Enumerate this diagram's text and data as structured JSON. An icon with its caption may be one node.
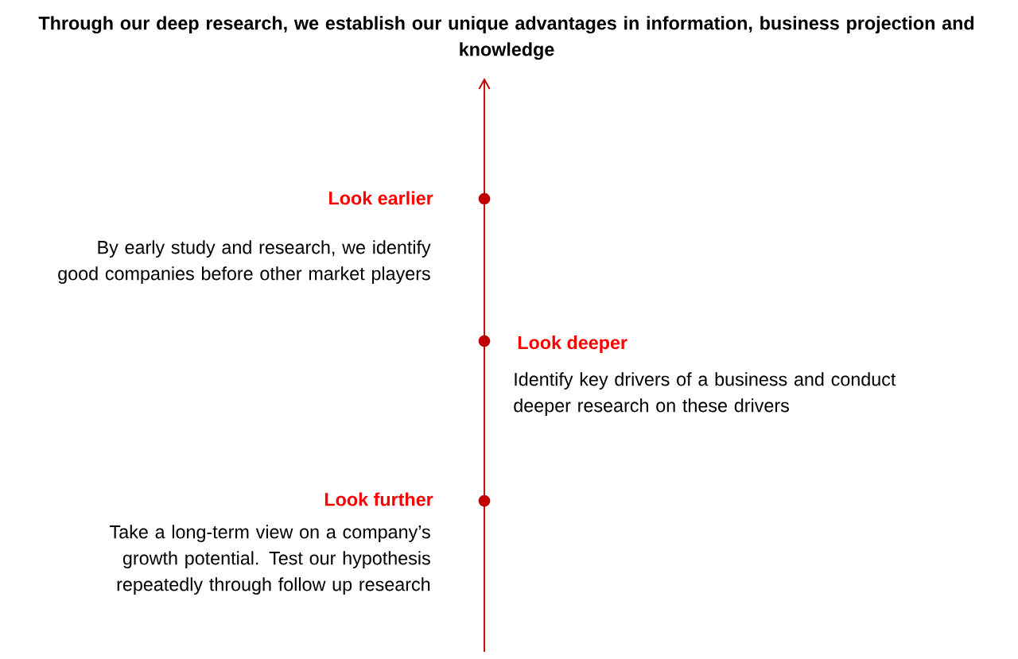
{
  "diagram": {
    "title": "Through our deep research, we establish our unique advantages in information, business projection and knowledge",
    "nodes": [
      {
        "text": [],
        "shape": "circle",
        "beside": [
          "Look earlier",
          "By early study and research, we identify good companies before other market players"
        ]
      },
      {
        "text": [],
        "shape": "circle",
        "beside": [
          "Look deeper",
          "Identify key drivers of a business and conduct deeper research on these drivers"
        ]
      },
      {
        "text": [],
        "shape": "circle",
        "beside": [
          "Look further",
          "Take a long-term view on a company’s growth potential. Test our hypothesis repeatedly through follow up research"
        ]
      }
    ],
    "edges": []
  }
}
